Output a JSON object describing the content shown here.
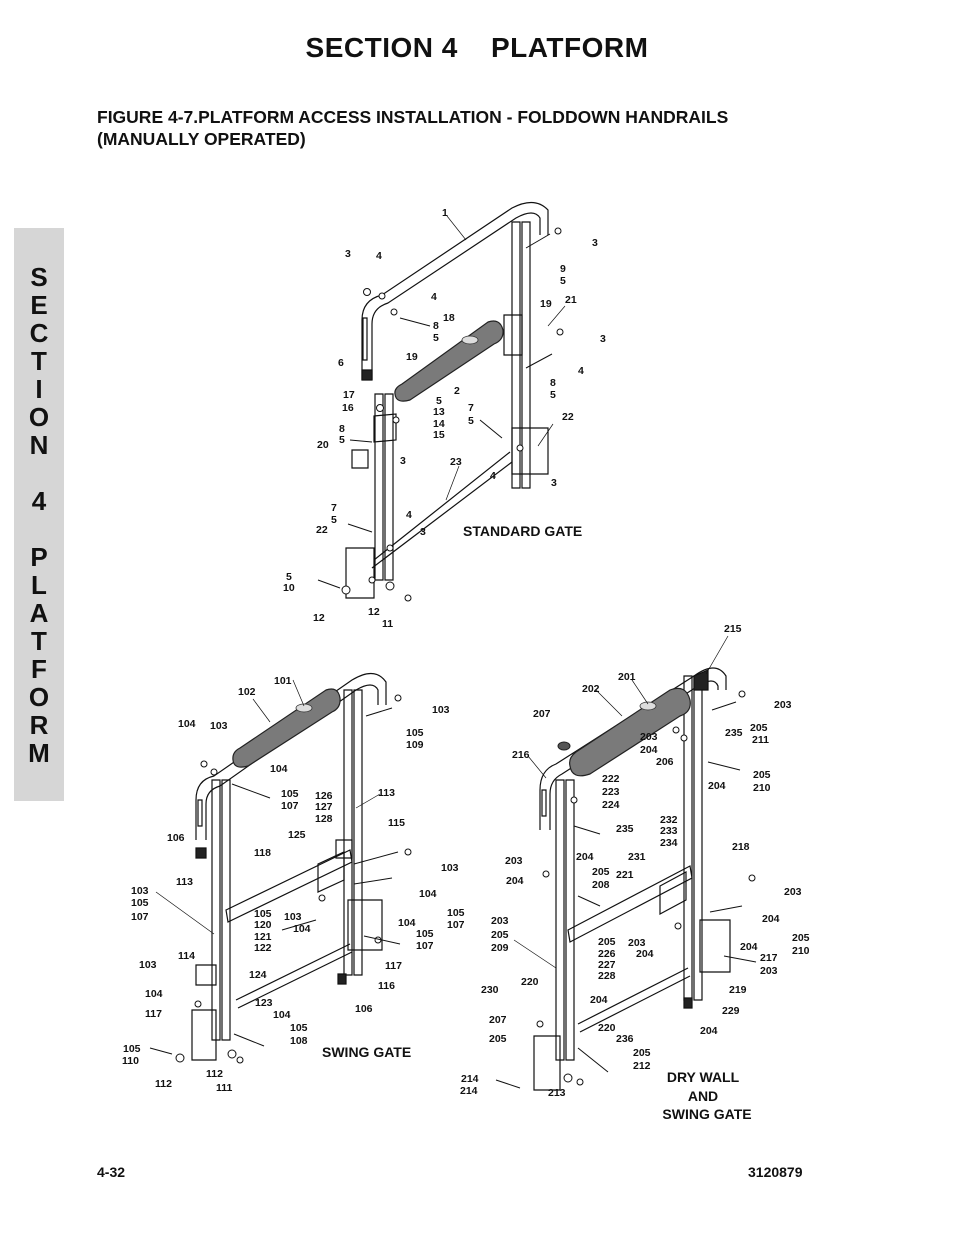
{
  "header": {
    "section_title": "SECTION 4    PLATFORM"
  },
  "figure": {
    "title": "FIGURE 4-7.PLATFORM ACCESS INSTALLATION - FOLDDOWN HANDRAILS (MANUALLY OPERATED)"
  },
  "side_tab": {
    "letters": [
      "S",
      "E",
      "C",
      "T",
      "I",
      "O",
      "N",
      "",
      "4",
      "",
      "P",
      "L",
      "A",
      "T",
      "F",
      "O",
      "R",
      "M"
    ]
  },
  "captions": {
    "standard_gate": "STANDARD GATE",
    "swing_gate": "SWING GATE",
    "dry_wall_1": "DRY WALL",
    "dry_wall_2": "AND",
    "dry_wall_3": "SWING GATE"
  },
  "callouts": {
    "standard": [
      "1",
      "3",
      "4",
      "3",
      "9",
      "5",
      "4",
      "19",
      "21",
      "8",
      "5",
      "18",
      "3",
      "6",
      "19",
      "4",
      "2",
      "8",
      "5",
      "17",
      "16",
      "5",
      "13",
      "14",
      "15",
      "7",
      "5",
      "22",
      "8",
      "5",
      "20",
      "3",
      "23",
      "4",
      "3",
      "7",
      "5",
      "22",
      "4",
      "3",
      "5",
      "10",
      "12",
      "12",
      "11"
    ],
    "swing": [
      "101",
      "102",
      "103",
      "104",
      "103",
      "105",
      "109",
      "104",
      "105",
      "107",
      "126",
      "127",
      "128",
      "113",
      "106",
      "118",
      "125",
      "115",
      "103",
      "103",
      "105",
      "107",
      "113",
      "104",
      "105",
      "120",
      "121",
      "122",
      "103",
      "104",
      "104",
      "105",
      "107",
      "105",
      "107",
      "114",
      "103",
      "124",
      "117",
      "104",
      "116",
      "123",
      "106",
      "117",
      "104",
      "105",
      "108",
      "105",
      "110",
      "112",
      "112",
      "111"
    ],
    "drywall": [
      "215",
      "201",
      "202",
      "203",
      "207",
      "203",
      "204",
      "205",
      "211",
      "235",
      "206",
      "216",
      "222",
      "223",
      "224",
      "205",
      "210",
      "204",
      "232",
      "233",
      "234",
      "235",
      "218",
      "203",
      "204",
      "231",
      "204",
      "205",
      "208",
      "221",
      "203",
      "203",
      "204",
      "205",
      "209",
      "205",
      "226",
      "227",
      "228",
      "203",
      "204",
      "204",
      "205",
      "210",
      "217",
      "203",
      "220",
      "230",
      "219",
      "204",
      "229",
      "207",
      "220",
      "204",
      "205",
      "236",
      "205",
      "212",
      "214",
      "214",
      "213"
    ]
  },
  "footer": {
    "page_number": "4-32",
    "doc_number": "3120879"
  }
}
